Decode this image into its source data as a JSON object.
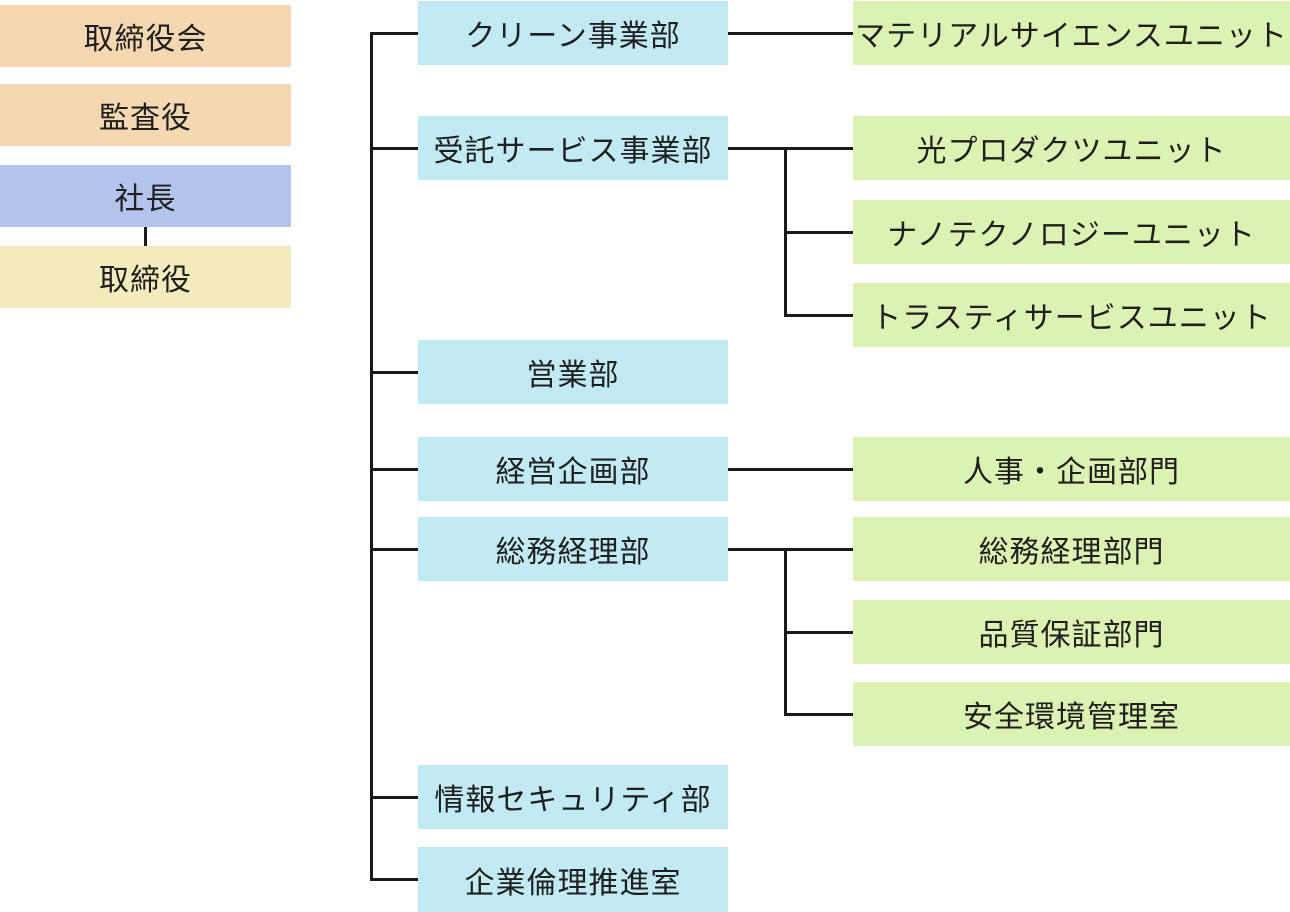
{
  "colors": {
    "exec-bg": "#f5d8b2",
    "president-bg": "#b2c4ec",
    "director-bg": "#f3eabe",
    "dept-bg": "#c2eaf5",
    "unit-bg": "#dcf2b3",
    "line": "#1a1a1a",
    "text": "#1f1f1f",
    "background": "#ffffff"
  },
  "org": {
    "executives": [
      {
        "label": "取締役会"
      },
      {
        "label": "監査役"
      },
      {
        "label": "社長"
      },
      {
        "label": "取締役"
      }
    ],
    "departments": [
      {
        "label": "クリーン事業部"
      },
      {
        "label": "受託サービス事業部"
      },
      {
        "label": "営業部"
      },
      {
        "label": "経営企画部"
      },
      {
        "label": "総務経理部"
      },
      {
        "label": "情報セキュリティ部"
      },
      {
        "label": "企業倫理推進室"
      }
    ],
    "units": [
      {
        "label": "マテリアルサイエンスユニット"
      },
      {
        "label": "光プロダクツユニット"
      },
      {
        "label": "ナノテクノロジーユニット"
      },
      {
        "label": "トラスティサービスユニット"
      },
      {
        "label": "人事・企画部門"
      },
      {
        "label": "総務経理部門"
      },
      {
        "label": "品質保証部門"
      },
      {
        "label": "安全環境管理室"
      }
    ],
    "connections": [
      {
        "parent": "社長",
        "children": [
          "取締役"
        ]
      },
      {
        "parent": "クリーン事業部",
        "children": [
          "マテリアルサイエンスユニット"
        ]
      },
      {
        "parent": "受託サービス事業部",
        "children": [
          "光プロダクツユニット",
          "ナノテクノロジーユニット",
          "トラスティサービスユニット"
        ]
      },
      {
        "parent": "経営企画部",
        "children": [
          "人事・企画部門"
        ]
      },
      {
        "parent": "総務経理部",
        "children": [
          "総務経理部門",
          "品質保証部門",
          "安全環境管理室"
        ]
      }
    ]
  }
}
